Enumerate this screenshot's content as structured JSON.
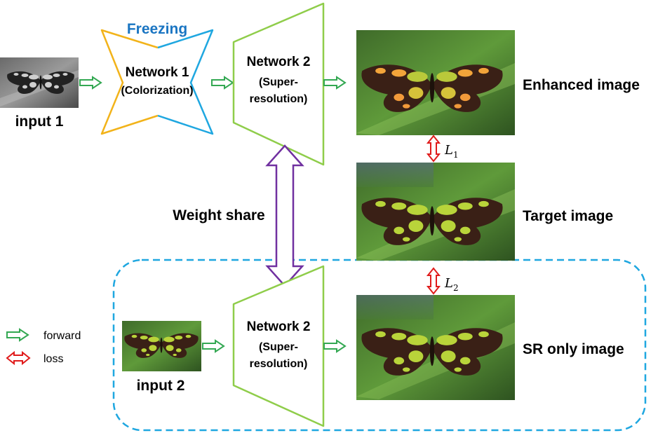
{
  "inputs": {
    "input1_label": "input 1",
    "input2_label": "input 2"
  },
  "network1": {
    "title": "Network 1",
    "subtitle": "(Colorization)",
    "freeze_label": "Freezing"
  },
  "network2_top": {
    "title": "Network 2",
    "sub_line1": "(Super-",
    "sub_line2": "resolution)"
  },
  "network2_bottom": {
    "title": "Network 2",
    "sub_line1": "(Super-",
    "sub_line2": "resolution)"
  },
  "outputs": {
    "enhanced_label": "Enhanced image",
    "target_label": "Target image",
    "sr_only_label": "SR only image"
  },
  "losses": {
    "l1_symbol": "L",
    "l1_index": "1",
    "l2_symbol": "L",
    "l2_index": "2"
  },
  "weight_share_label": "Weight share",
  "legend": {
    "forward_label": "forward",
    "loss_label": "loss"
  },
  "colors": {
    "network1_yellow": "#f2b31a",
    "network1_blue": "#1fa7e0",
    "freeze_text": "#1a75c2",
    "network2_green": "#8fcd4a",
    "forward_arrow": "#33a852",
    "loss_arrow": "#e01b1b",
    "weight_share_arrow": "#7030a0",
    "dashed_box": "#1fa7e0"
  }
}
